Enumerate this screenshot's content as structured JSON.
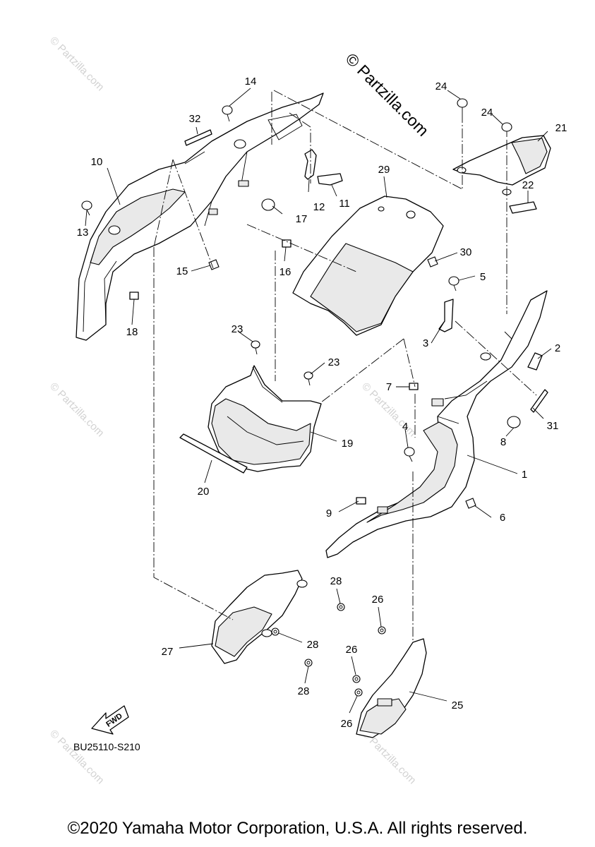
{
  "watermark": "© Partzilla.com",
  "callouts": {
    "c1": "1",
    "c2": "2",
    "c3": "3",
    "c4": "4",
    "c5": "5",
    "c6": "6",
    "c7": "7",
    "c8": "8",
    "c9": "9",
    "c10": "10",
    "c11": "11",
    "c12": "12",
    "c13": "13",
    "c14": "14",
    "c15": "15",
    "c16": "16",
    "c17": "17",
    "c18": "18",
    "c19": "19",
    "c20": "20",
    "c21": "21",
    "c22": "22",
    "c23": "23",
    "c24": "24",
    "c25": "25",
    "c26": "26",
    "c27": "27",
    "c28": "28",
    "c29": "29",
    "c30": "30",
    "c31": "31",
    "c32": "32"
  },
  "fwd_label": "FWD",
  "diagram_code": "BU25110-S210",
  "copyright": "©2020 Yamaha Motor Corporation, U.S.A. All rights reserved."
}
